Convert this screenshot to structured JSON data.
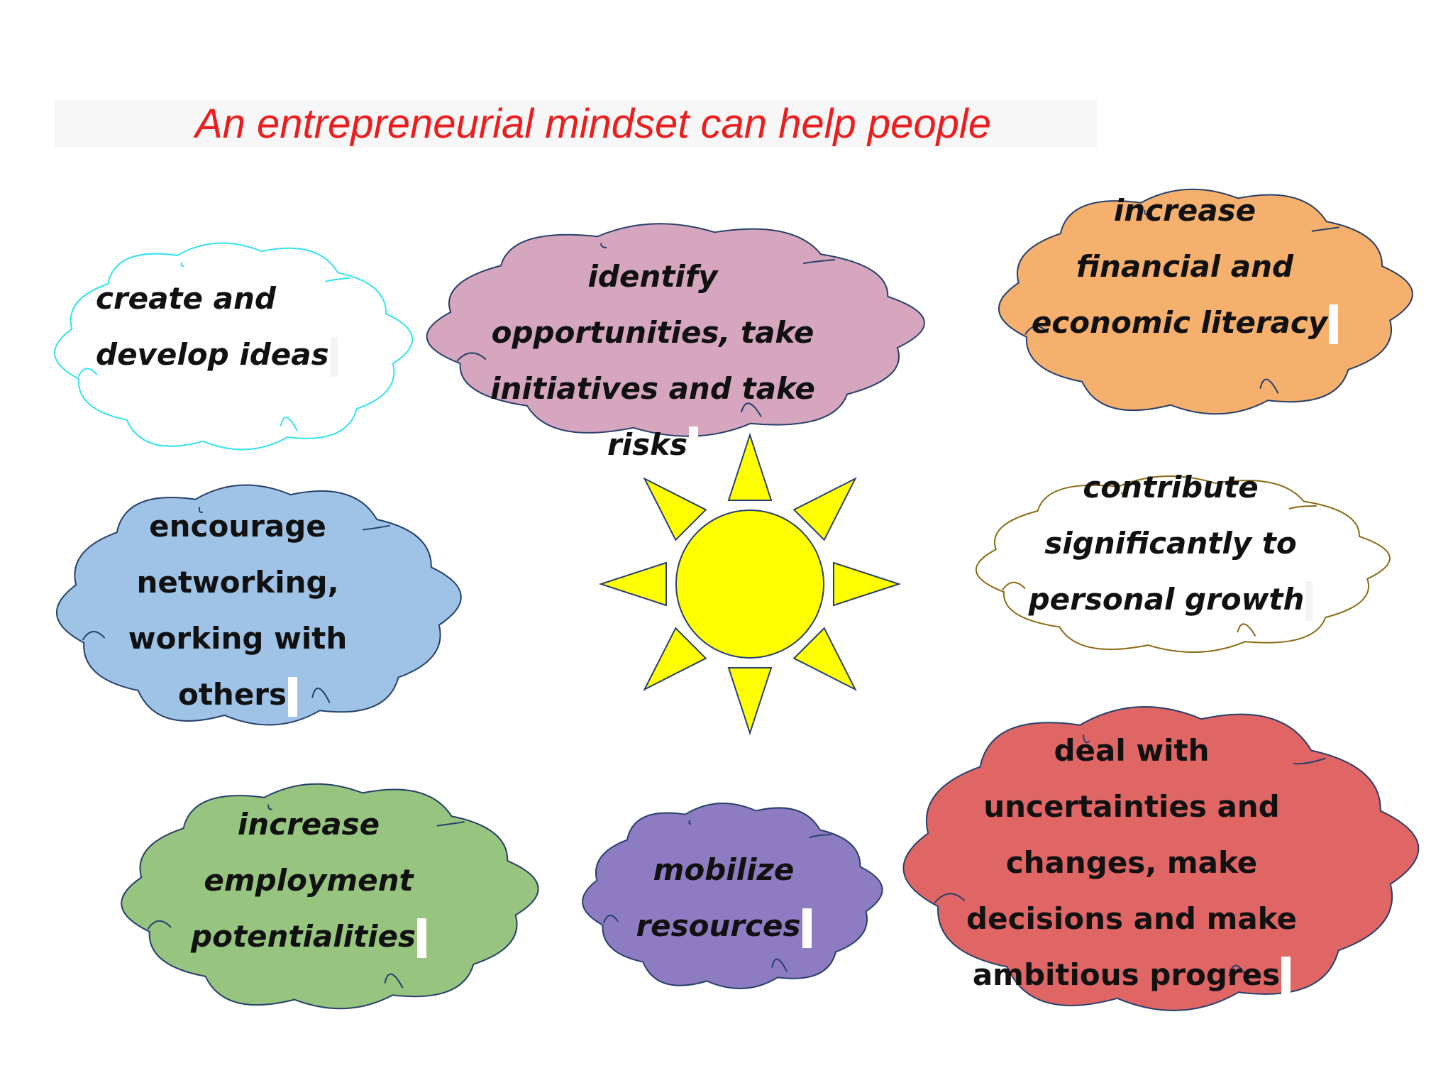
{
  "title": "An entrepreneurial mindset can help people",
  "colors": {
    "title": "#ee1c1c",
    "sun_fill": "#ffff00",
    "outline": "#27406b"
  },
  "sun": {
    "icon": "sun-icon"
  },
  "clouds": [
    {
      "id": "create-develop-ideas",
      "icon": "cloud-icon",
      "fill": "#ffffff",
      "stroke": "#33e3ee",
      "lines": [
        "create and",
        "develop ideas"
      ]
    },
    {
      "id": "identify-opportunities",
      "icon": "cloud-icon",
      "fill": "#d5a6bd",
      "stroke": "#27406b",
      "lines": [
        "identify",
        "opportunities, take",
        "initiatives and take",
        "risks"
      ]
    },
    {
      "id": "financial-literacy",
      "icon": "cloud-icon",
      "fill": "#f4b06c",
      "stroke": "#27406b",
      "lines": [
        "increase",
        "financial and",
        "economic literacy"
      ]
    },
    {
      "id": "encourage-networking",
      "icon": "cloud-icon",
      "fill": "#9fc3e7",
      "stroke": "#27406b",
      "lines": [
        "encourage",
        "networking,",
        "working with",
        "others"
      ]
    },
    {
      "id": "personal-growth",
      "icon": "cloud-icon",
      "fill": "#ffffff",
      "stroke": "#8a6a14",
      "lines": [
        "contribute",
        "significantly to",
        "personal growth"
      ]
    },
    {
      "id": "employment-potentialities",
      "icon": "cloud-icon",
      "fill": "#97c47f",
      "stroke": "#27406b",
      "lines": [
        "increase",
        "employment",
        "potentialities"
      ]
    },
    {
      "id": "mobilize-resources",
      "icon": "cloud-icon",
      "fill": "#8e7cc3",
      "stroke": "#27406b",
      "lines": [
        "mobilize",
        "resources"
      ]
    },
    {
      "id": "deal-with-uncertainties",
      "icon": "cloud-icon",
      "fill": "#e06666",
      "stroke": "#27406b",
      "lines": [
        "deal with",
        "uncertainties and",
        "changes, make",
        "decisions and make",
        "ambitious progres"
      ]
    }
  ]
}
